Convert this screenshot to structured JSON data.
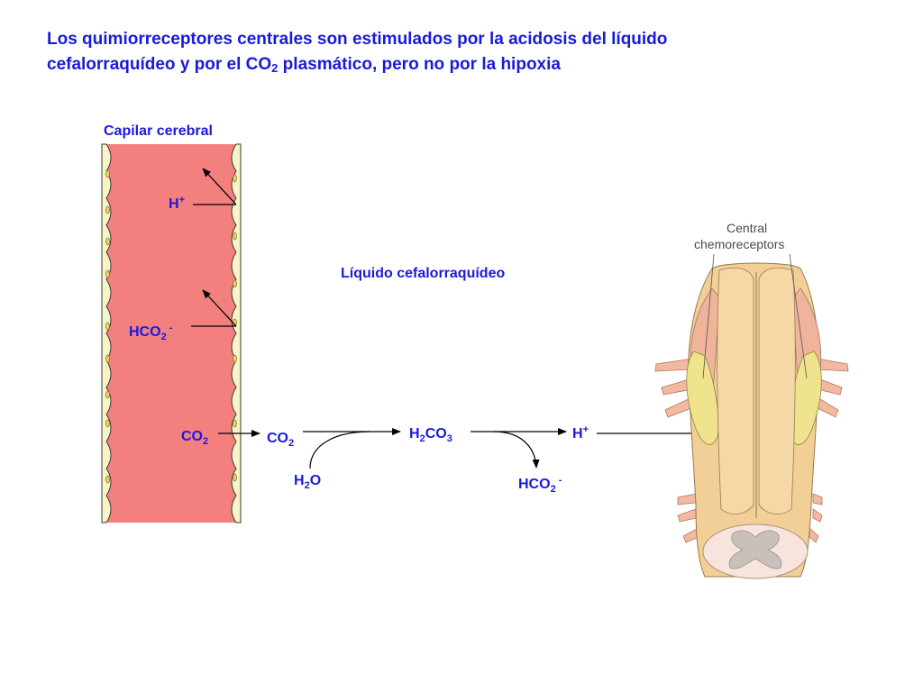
{
  "title": {
    "line1": "Los quimiorreceptores centrales son estimulados por la acidosis del líquido",
    "line2_a": "cefalorraquídeo y por el CO",
    "line2_sub": "2",
    "line2_b": " plasmático, pero no por la hipoxia"
  },
  "labels": {
    "capillary": "Capilar cerebral",
    "csf": "Líquido cefalorraquídeo",
    "h_plus_cap": {
      "base": "H",
      "sup": "+"
    },
    "hco2_cap": {
      "base": "HCO",
      "sub": "2",
      "sup": " -"
    },
    "co2_cap": {
      "base": "CO",
      "sub": "2"
    },
    "co2_csf": {
      "base": "CO",
      "sub": "2"
    },
    "h2o": {
      "a": "H",
      "sub": "2",
      "b": "O"
    },
    "h2co3": {
      "a": "H",
      "sub1": "2",
      "b": "CO",
      "sub2": "3"
    },
    "h_plus_csf": {
      "base": "H",
      "sup": "+"
    },
    "hco2_csf": {
      "base": "HCO",
      "sub": "2",
      "sup": " -"
    }
  },
  "brainstem": {
    "line1": "Central",
    "line2": "chemoreceptors"
  },
  "colors": {
    "text_blue": "#1a1adc",
    "capillary": "#f47f7f",
    "wall": "#f7f4c8",
    "brainstem": "#f1cf96",
    "chemoreceptor": "#efe38e"
  }
}
